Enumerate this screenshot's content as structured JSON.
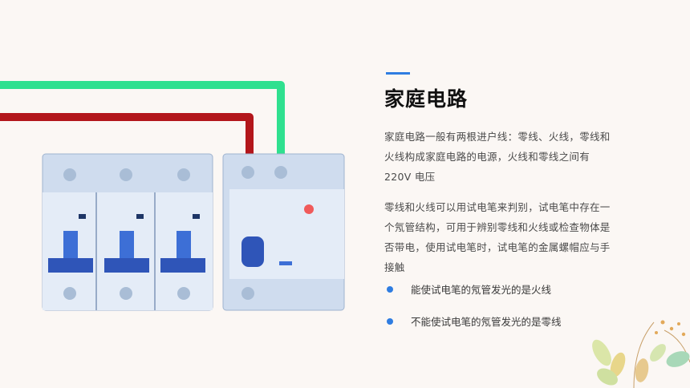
{
  "section": {
    "title": "家庭电路",
    "paragraphs": [
      "家庭电路一般有两根进户线：零线、火线，零线和火线构成家庭电路的电源，火线和零线之间有 220V 电压",
      "零线和火线可以用试电笔来判别，试电笔中存在一个氖管结构，可用于辨别零线和火线或检查物体是否带电，使用试电笔时，试电笔的金属螺帽应与手接触"
    ],
    "bullets": [
      "能使试电笔的氖管发光的是火线",
      "不能使试电笔的氖管发光的是零线"
    ]
  },
  "colors": {
    "accent": "#2f7de1",
    "live_wire": "#b3161b",
    "neutral_wire": "#2fe08f",
    "breaker_blue": "#3d6fd6"
  },
  "icons": [
    "circuit-breaker-panel-icon",
    "leaf-decoration-icon"
  ]
}
